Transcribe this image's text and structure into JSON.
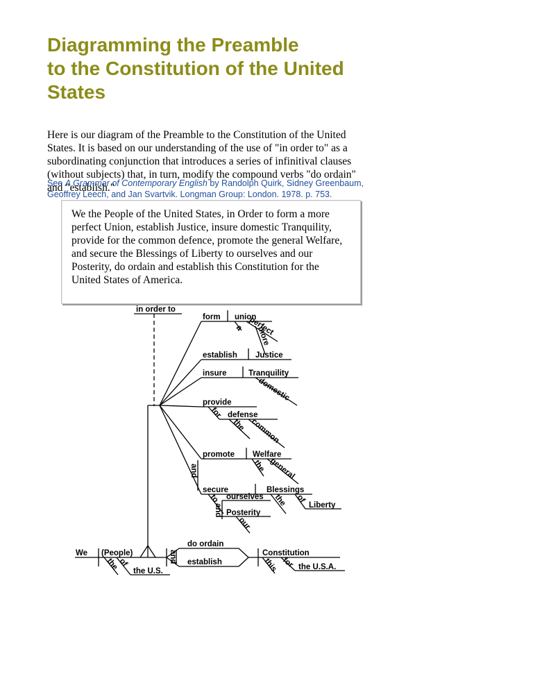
{
  "title_lines": [
    "Diagramming the Preamble",
    "to the Constitution of the United",
    "States"
  ],
  "intro_text": "Here is our diagram of the Preamble to the Constitution of the United States. It is based on our understanding of the use of \"in order to\" as a subordinating conjunction that introduces a series of infinitival clauses (without subjects) that, in turn, modify the compound verbs \"do ordain\" and \"establish.\"",
  "citation": {
    "prefix": "See ",
    "book": "A Grammar of Contemporary English",
    "rest": " by Randolph Quirk, Sidney Greenbaum, Geoffrey Leech, and Jan Svartvik. Longman Group: London. 1978. p. 753."
  },
  "preamble": "We the People of the United States, in Order to form a more perfect Union, establish Justice, insure domestic Tranquility, provide for the common defence, promote the general Welfare, and secure the Blessings of Liberty to ourselves and our Posterity, do ordain and establish this Constitution for the United States of America.",
  "diagram": {
    "conjunction": "in order to",
    "clauses": {
      "form": "form",
      "union": "union",
      "a": "a",
      "perfect": "perfect",
      "more": "more",
      "establish": "establish",
      "justice": "Justice",
      "insure": "insure",
      "tranquility": "Tranquility",
      "domestic": "domestic",
      "provide": "provide",
      "for": "for",
      "defense": "defense",
      "the_defense": "the",
      "common": "common",
      "promote": "promote",
      "welfare": "Welfare",
      "the_welfare": "the",
      "general": "general",
      "and_verbs": "and",
      "secure": "secure",
      "blessings": "Blessings",
      "the_blessings": "the",
      "of": "of",
      "liberty": "Liberty",
      "to": "to",
      "ourselves": "ourselves",
      "and_objects": "and",
      "posterity": "Posterity",
      "our": "our"
    },
    "main": {
      "we": "We",
      "people": "(People)",
      "the_people": "the",
      "of_people": "of",
      "the_us": "the U.S.",
      "and_main": "and",
      "do_ordain": "do ordain",
      "establish_main": "establish",
      "constitution": "Constitution",
      "this": "this",
      "for_main": "for",
      "the_usa": "the U.S.A."
    }
  }
}
